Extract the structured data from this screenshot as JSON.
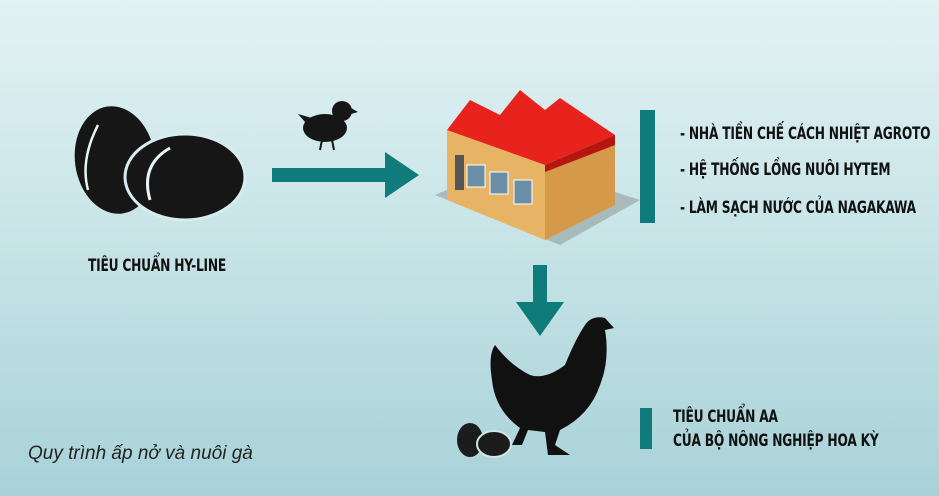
{
  "egg_label": "TIÊU CHUẨN HY-LINE",
  "farm_features": [
    "- NHÀ TIỀN CHẾ CÁCH NHIỆT AGROTO",
    "- HỆ THỐNG LỒNG NUÔI HYTEM",
    "- LÀM SẠCH NƯỚC CỦA NAGAKAWA"
  ],
  "standard": {
    "line1": "TIÊU CHUẨN AA",
    "line2": "CỦA BỘ NÔNG NGHIỆP HOA KỲ"
  },
  "caption": "Quy trình ấp nở và nuôi gà",
  "colors": {
    "accent": "#0f7b7b",
    "roof": "#e8231e",
    "wall": "#e9b766"
  }
}
